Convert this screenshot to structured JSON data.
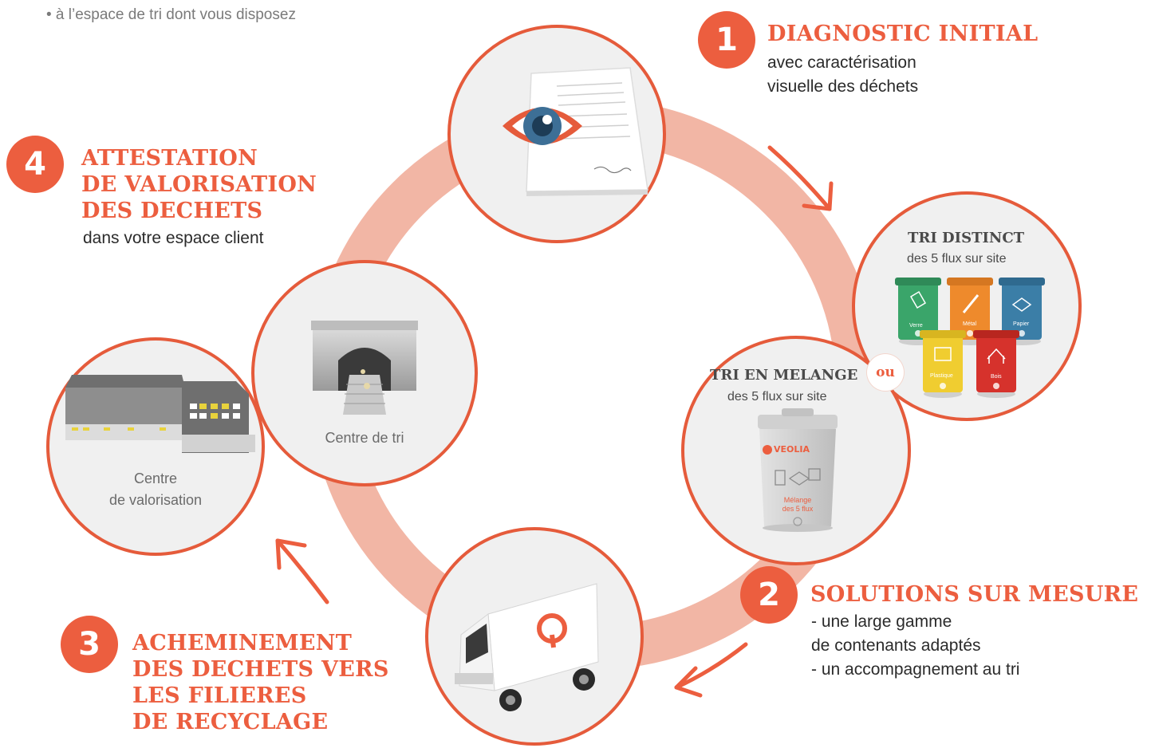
{
  "top_note": "• à l’espace de tri dont vous disposez",
  "steps": [
    {
      "number": "1",
      "title": "DIAGNOSTIC INITIAL",
      "text": "avec caractérisation\nvisuelle des déchets"
    },
    {
      "number": "2",
      "title": "SOLUTIONS SUR MESURE",
      "text": "- une large gamme\n   de contenants adaptés\n- un accompagnement au tri"
    },
    {
      "number": "3",
      "title": "ACHEMINEMENT\nDES DECHETS VERS\nLES FILIERES\nDE RECYCLAGE",
      "text": ""
    },
    {
      "number": "4",
      "title": "ATTESTATION\nDE VALORISATION\nDES DECHETS",
      "text": "dans votre espace client"
    }
  ],
  "tri_distinct": {
    "title": "TRI DISTINCT",
    "subtitle": "des 5 flux sur site",
    "bins": [
      {
        "label": "Verre",
        "color": "#3aa56a"
      },
      {
        "label": "Métal",
        "color": "#ee8a2c"
      },
      {
        "label": "Papier",
        "color": "#3b7ea7"
      },
      {
        "label": "Plastique",
        "color": "#f0cd30"
      },
      {
        "label": "Bois",
        "color": "#d6322c"
      }
    ]
  },
  "or_label": "ou",
  "tri_melange": {
    "title": "TRI EN MELANGE",
    "subtitle": "des 5 flux sur site",
    "bin_brand": "VEOLIA",
    "bin_label": "Mélange\ndes 5 flux"
  },
  "centre_tri": "Centre de tri",
  "centre_valorisation": "Centre\nde valorisation",
  "colors": {
    "accent": "#ec5e3f",
    "ring": "#f2b6a5",
    "circle_fill": "#f0f0f0"
  }
}
